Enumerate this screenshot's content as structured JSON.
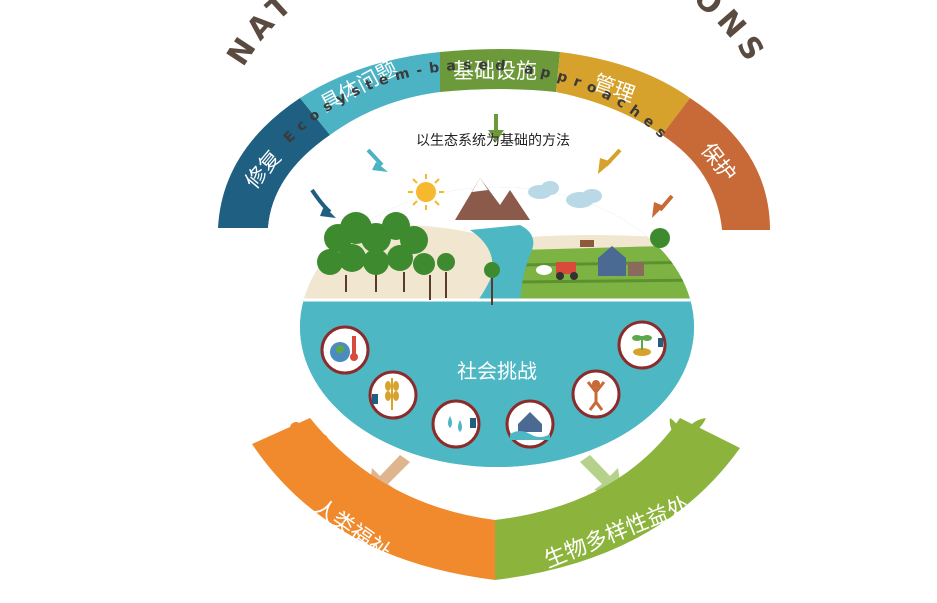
{
  "title": "NATURE-BASED SOLUTIONS",
  "subtitle": "Ecosystem-based approaches",
  "center_label": "以生态系统为基础的方法",
  "segments": [
    {
      "label": "修复",
      "color": "#1f5f82"
    },
    {
      "label": "具体问题",
      "color": "#4cb3c4"
    },
    {
      "label": "基础设施",
      "color": "#6c9a3a"
    },
    {
      "label": "管理",
      "color": "#d6a22b"
    },
    {
      "label": "保护",
      "color": "#c86a37"
    }
  ],
  "societal_challenges": "社会挑战",
  "challenge_icons": [
    "climate-thermometer-icon",
    "food-security-icon",
    "water-security-icon",
    "disaster-flood-icon",
    "economic-growth-icon",
    "human-health-icon"
  ],
  "outcomes": [
    {
      "label": "人类福祉",
      "color": "#f08a2c"
    },
    {
      "label": "生物多样性益处",
      "color": "#8cb43c"
    }
  ],
  "colors": {
    "water": "#4db8c4",
    "sky": "#ffffff",
    "land": "#7cb342",
    "sand": "#f1e6cf"
  }
}
